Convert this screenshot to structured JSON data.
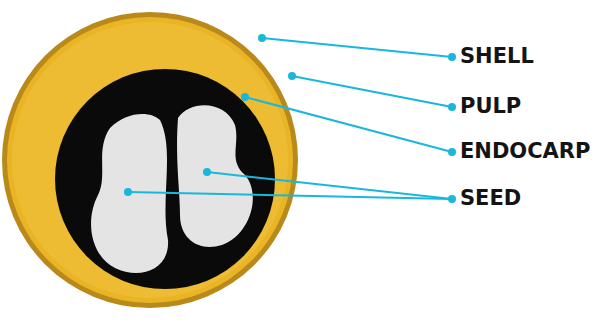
{
  "diagram": {
    "labels": [
      "SHELL",
      "PULP",
      "ENDOCARP",
      "SEED"
    ]
  }
}
